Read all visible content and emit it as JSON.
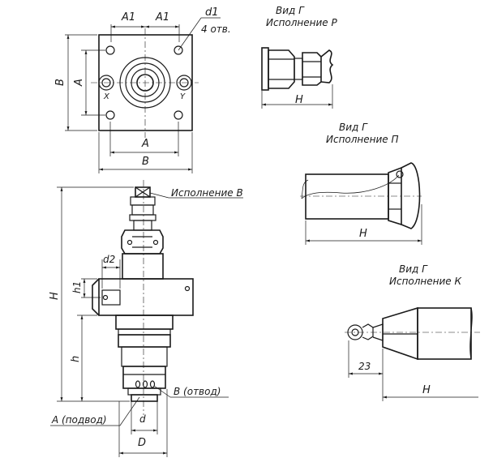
{
  "labels": {
    "a1_left": "A1",
    "a1_right": "A1",
    "d1": "d1",
    "holes": "4 отв.",
    "b_left": "B",
    "a_left": "A",
    "x_port": "X",
    "y_port": "Y",
    "a_bottom": "A",
    "b_bottom": "B",
    "view_r_title": "Вид Г",
    "view_r_sub": "Исполнение Р",
    "h_r": "H",
    "view_p_title": "Вид Г",
    "view_p_sub": "Исполнение П",
    "h_p": "H",
    "variant_b": "Исполнение В",
    "d2": "d2",
    "h1": "h1",
    "h_total": "H",
    "h_lower": "h",
    "b_outlet": "B (отвод)",
    "a_inlet": "A (подвод)",
    "d_small": "d",
    "d_large": "D",
    "view_k_title": "Вид Г",
    "view_k_sub": "Исполнение К",
    "dim_23": "23",
    "h_k": "H"
  }
}
